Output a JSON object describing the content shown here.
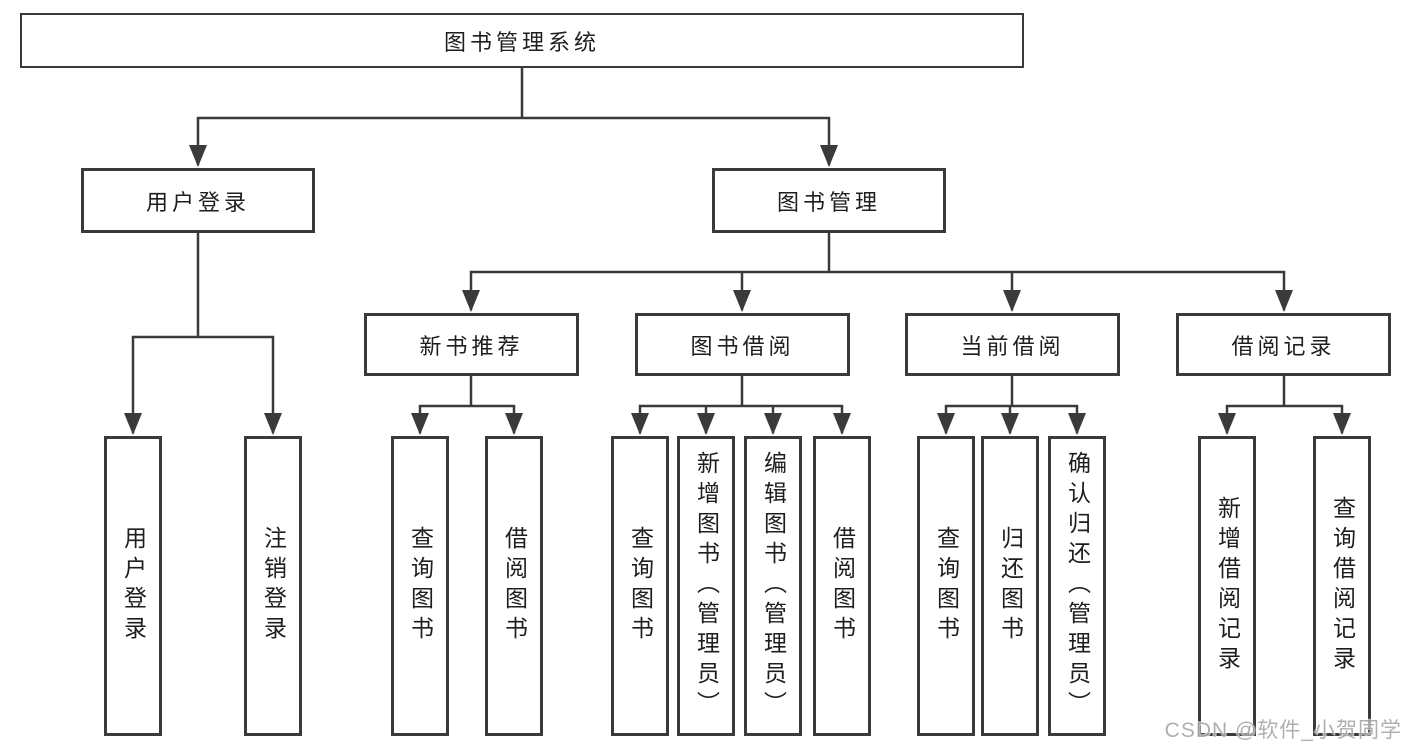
{
  "tree": {
    "root": {
      "label": "图书管理系统"
    },
    "branches": [
      {
        "label": "用户登录",
        "leaves": [
          {
            "label": "用户登录"
          },
          {
            "label": "注销登录"
          }
        ]
      },
      {
        "label": "图书管理",
        "groups": [
          {
            "label": "新书推荐",
            "leaves": [
              {
                "label": "查询图书"
              },
              {
                "label": "借阅图书"
              }
            ]
          },
          {
            "label": "图书借阅",
            "leaves": [
              {
                "label": "查询图书"
              },
              {
                "label": "新增图书（管理员）"
              },
              {
                "label": "编辑图书（管理员）"
              },
              {
                "label": "借阅图书"
              }
            ]
          },
          {
            "label": "当前借阅",
            "leaves": [
              {
                "label": "查询图书"
              },
              {
                "label": "归还图书"
              },
              {
                "label": "确认归还（管理员）"
              }
            ]
          },
          {
            "label": "借阅记录",
            "leaves": [
              {
                "label": "新增借阅记录"
              },
              {
                "label": "查询借阅记录"
              }
            ]
          }
        ]
      }
    ]
  },
  "watermark": {
    "text": "CSDN @软件_小贺同学"
  },
  "colors": {
    "line": "#3a3a3a",
    "box_border": "#3a3a3a",
    "text": "#1e1e1e",
    "background": "#ffffff",
    "watermark": "#a7a7a7"
  }
}
